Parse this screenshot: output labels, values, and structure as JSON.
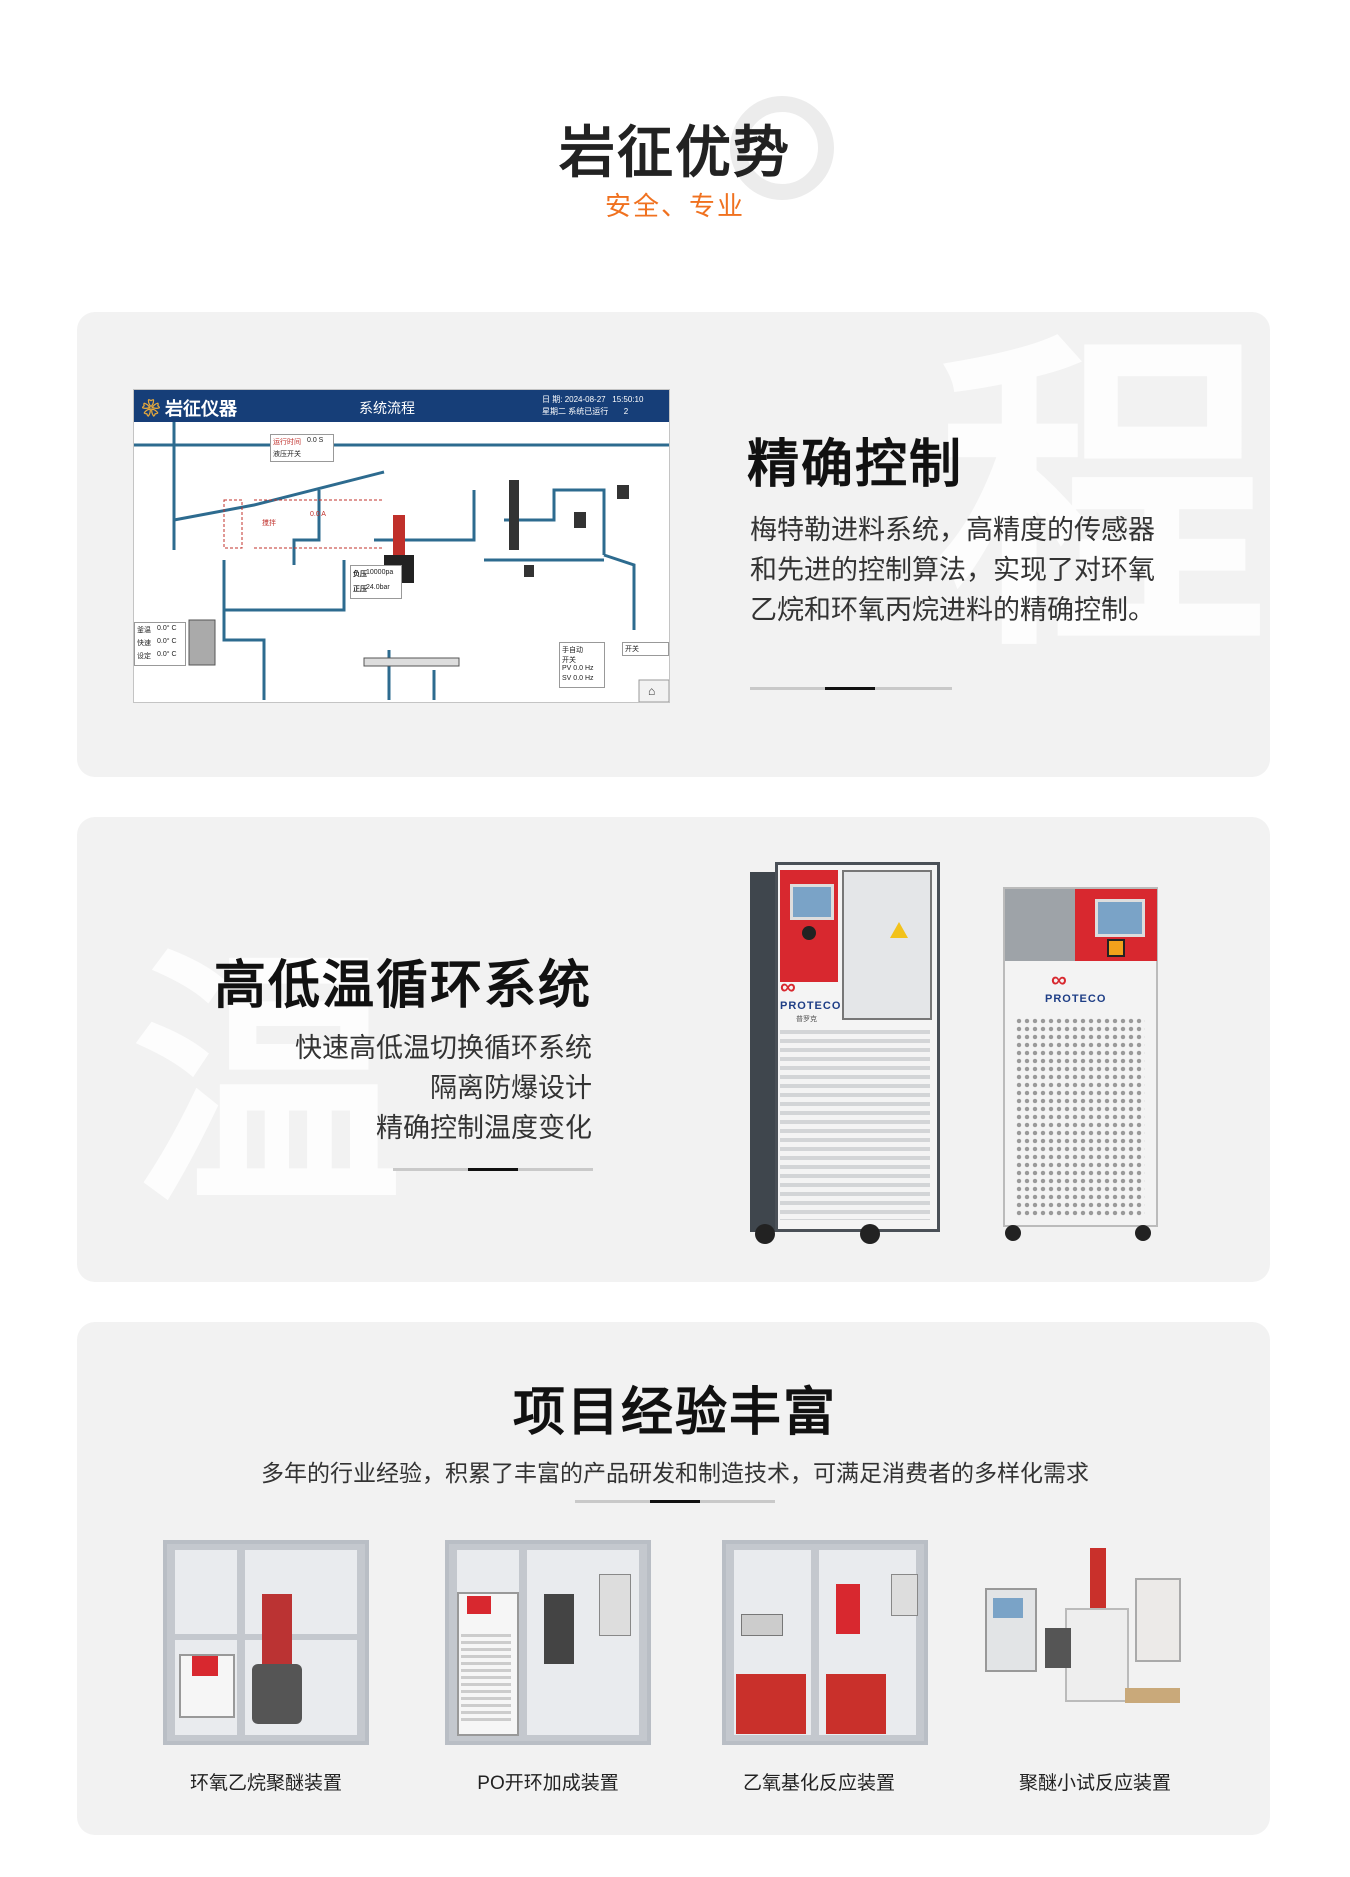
{
  "header": {
    "title": "岩征优势",
    "subtitle": "安全、专业"
  },
  "section1": {
    "title": "精确控制",
    "description": "梅特勒进料系统，高精度的传感器和先进的控制算法，实现了对环氧乙烷和环氧丙烷进料的精确控制。",
    "ghost_char": "程",
    "hmi": {
      "brand": "岩征仪器",
      "screen_title": "系统流程",
      "date_label": "日 期:",
      "date_value": "2024-08-27",
      "time_value": "15:50:10",
      "weekday": "星期二",
      "status": "系统已运行",
      "status_value": "2",
      "run_time_label": "运行时间",
      "run_time_value": "0.0 S",
      "hydraulic_switch": "液压开关",
      "left_panel": [
        "釜温",
        "快速",
        "设定"
      ],
      "left_values": [
        "0.0° C",
        "0.0° C",
        "0.0° C"
      ],
      "negative_pressure_label": "负压",
      "negative_pressure_value": "10000pa",
      "positive_pressure_label": "正压",
      "positive_pressure_value": "24.0bar",
      "speed_label": "搅拌",
      "speed_value": "0.0 A",
      "manual_auto": "手自动",
      "switch": "开关",
      "pv_label": "PV",
      "sv_label": "SV",
      "hz_value": "0.0 Hz"
    }
  },
  "section2": {
    "title": "高低温循环系统",
    "lines": [
      "快速高低温切换循环系统",
      "隔离防爆设计",
      "精确控制温度变化"
    ],
    "ghost_char": "温",
    "brand_logo": "PROTECO",
    "brand_sub": "普罗克"
  },
  "section3": {
    "title": "项目经验丰富",
    "description": "多年的行业经验，积累了丰富的产品研发和制造技术，可满足消费者的多样化需求",
    "products": [
      {
        "name": "环氧乙烷聚醚装置"
      },
      {
        "name": "PO开环加成装置"
      },
      {
        "name": "乙氧基化反应装置"
      },
      {
        "name": "聚醚小试反应装置"
      }
    ]
  }
}
